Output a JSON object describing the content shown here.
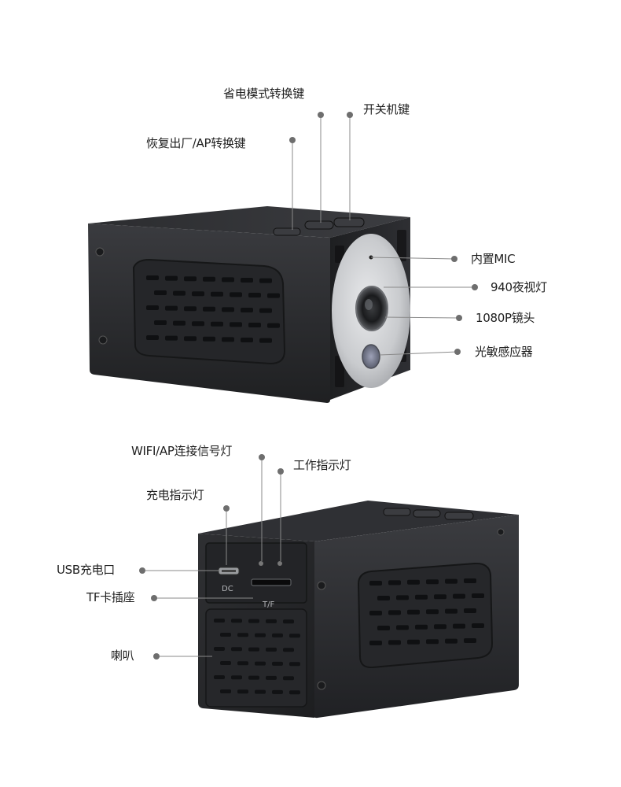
{
  "top_camera": {
    "labels": {
      "power_save_key": "省电模式转换键",
      "power_key": "开关机键",
      "reset_ap_key": "恢复出厂/AP转换键",
      "mic": "内置MIC",
      "ir_light": "940夜视灯",
      "lens": "1080P镜头",
      "light_sensor": "光敏感应器"
    }
  },
  "bottom_camera": {
    "labels": {
      "wifi_light": "WIFI/AP连接信号灯",
      "work_light": "工作指示灯",
      "charge_light": "充电指示灯",
      "usb_port": "USB充电口",
      "tf_slot": "TF卡插座",
      "speaker": "喇叭"
    },
    "port_marks": {
      "dc": "DC",
      "tf": "T/F"
    }
  },
  "colors": {
    "body": "#2a2b2e",
    "body_dark": "#1b1c1e",
    "leader_line": "#8a8a8a",
    "dot": "#6e6e6e"
  }
}
